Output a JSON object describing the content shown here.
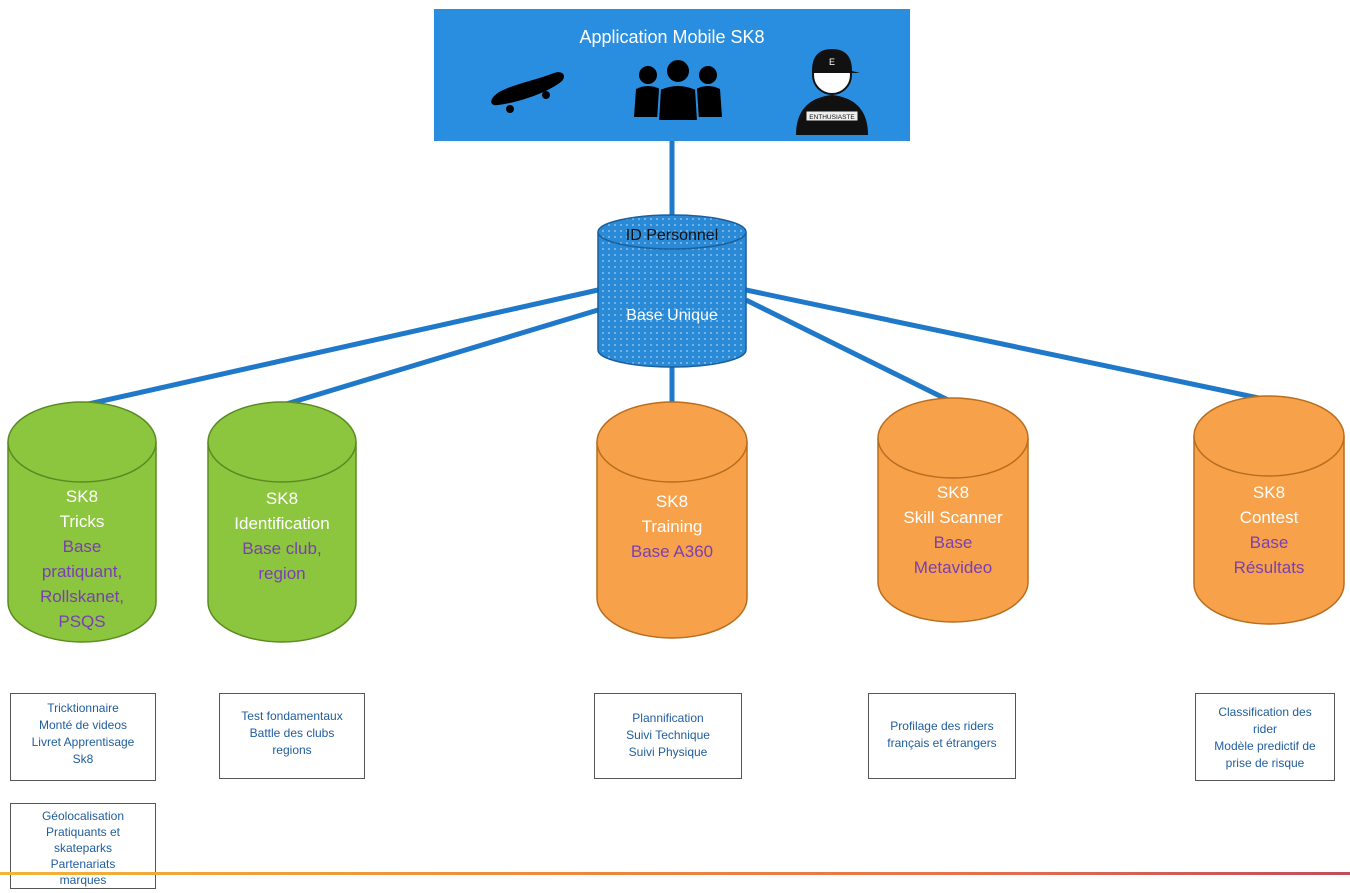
{
  "header": {
    "title": "Application Mobile SK8",
    "icons": [
      "skateboard-icon",
      "group-icon",
      "rider-avatar-icon"
    ],
    "avatar_badge": "ENTHUSIASTE",
    "bg_color": "#2a8ee0"
  },
  "hub": {
    "title": "ID Personnel",
    "subtitle": "Base Unique",
    "color": "#2b8ad6"
  },
  "databases": [
    {
      "title": "SK8",
      "name": "Tricks",
      "base": "Base pratiquant, Rollskanet, PSQS",
      "color": "#8cc63f"
    },
    {
      "title": "SK8",
      "name": "Identification",
      "base": "Base club, region",
      "color": "#8cc63f"
    },
    {
      "title": "SK8",
      "name": "Training",
      "base": "Base A360",
      "color": "#f7a24b"
    },
    {
      "title": "SK8",
      "name": "Skill Scanner",
      "base": "Base Metavideo",
      "color": "#f7a24b"
    },
    {
      "title": "SK8",
      "name": "Contest",
      "base": "Base Résultats",
      "color": "#f7a24b"
    }
  ],
  "boxes": [
    {
      "lines": [
        "Tricktionnaire",
        "Monté de videos",
        "Livret Apprentisage",
        "Sk8"
      ]
    },
    {
      "lines": [
        "Géolocalisation",
        "Pratiquants et",
        "skateparks",
        "Partenariats",
        "marques"
      ]
    },
    {
      "lines": [
        "Test fondamentaux",
        "Battle des clubs",
        "regions"
      ]
    },
    {
      "lines": [
        "Plannification",
        "Suivi Technique",
        "Suivi Physique"
      ]
    },
    {
      "lines": [
        "Profilage des riders",
        "français et étrangers"
      ]
    },
    {
      "lines": [
        "Classification des",
        "rider",
        "Modèle predictif de",
        "prise de risque"
      ]
    }
  ]
}
